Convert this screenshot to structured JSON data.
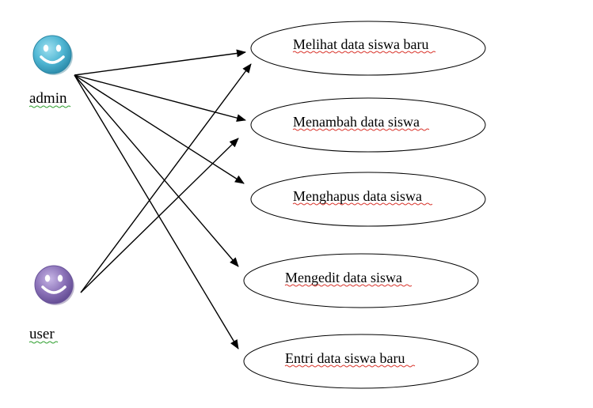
{
  "actors": [
    {
      "id": "admin",
      "label": "admin",
      "color": "#4fb6d3"
    },
    {
      "id": "user",
      "label": "user",
      "color": "#8b72b8"
    }
  ],
  "use_cases": [
    {
      "id": "melihat",
      "label": "Melihat data siswa baru"
    },
    {
      "id": "menambah",
      "label": "Menambah data siswa"
    },
    {
      "id": "menghapus",
      "label": "Menghapus data siswa"
    },
    {
      "id": "mengedit",
      "label": "Mengedit data siswa"
    },
    {
      "id": "entri",
      "label": "Entri data siswa baru"
    }
  ],
  "associations": [
    {
      "from": "admin",
      "to": "melihat"
    },
    {
      "from": "admin",
      "to": "menambah"
    },
    {
      "from": "admin",
      "to": "menghapus"
    },
    {
      "from": "admin",
      "to": "mengedit"
    },
    {
      "from": "admin",
      "to": "entri"
    },
    {
      "from": "user",
      "to": "melihat"
    },
    {
      "from": "user",
      "to": "menambah"
    }
  ],
  "colors": {
    "line": "#000000",
    "ellipse_stroke": "#000000",
    "spellcheck_red": "#d9342b",
    "spellcheck_green": "#2c9e2c"
  }
}
